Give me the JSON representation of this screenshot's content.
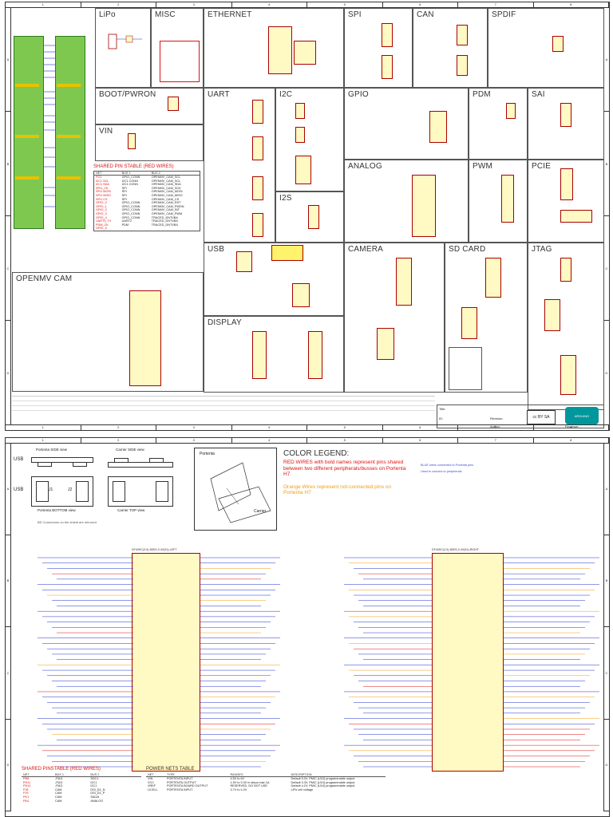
{
  "sheet1": {
    "panels": {
      "lipo": "LiPo",
      "misc": "MISC",
      "ethernet": "ETHERNET",
      "spi": "SPI",
      "can": "CAN",
      "spdif": "SPDIF",
      "boot": "BOOT/PWRON",
      "uart": "UART",
      "i2c": "I2C",
      "gpio": "GPIO",
      "pdm": "PDM",
      "sai": "SAI",
      "vin": "VIN",
      "analog": "ANALOG",
      "pwm": "PWM",
      "pcie": "PCIE",
      "i2s": "I2S",
      "usb": "USB",
      "camera": "CAMERA",
      "sdcard": "SD CARD",
      "jtag": "JTAG",
      "openmv": "OPENMV CAM",
      "display": "DISPLAY"
    },
    "shared_table": {
      "title": "SHARED PIN STABLE (RED WIRES)",
      "headers": [
        "NET",
        "BUS 1",
        "BUS 2"
      ],
      "rows": [
        [
          "PC0",
          "GPIO_CONN",
          "OPENMV_CAM_SCL"
        ],
        [
          "I2C1 SCL",
          "I2C1 CONN",
          "OPENMV_CAM_SCL"
        ],
        [
          "I2C1 SDA",
          "I2C1 CONN",
          "OPENMV_CAM_SDA"
        ],
        [
          "SPI1_CK",
          "SPI",
          "OPENMV_CAM_SCK"
        ],
        [
          "SPI1 MOSI",
          "SPI",
          "OPENMV_CAM_MOSI"
        ],
        [
          "SPI1 MISO",
          "SPI",
          "OPENMV_CAM_MISO"
        ],
        [
          "SPI1 CS",
          "SPI",
          "OPENMV_CAM_CS"
        ],
        [
          "GPIO_0",
          "GPIO_CONN",
          "OPENMV_CAM_RST"
        ],
        [
          "GPIO_1",
          "GPIO_CONN",
          "OPENMV_CAM_PWDN"
        ],
        [
          "GPIO_2",
          "GPIO_CONN",
          "OPENMV_CAM_INT"
        ],
        [
          "GPIO_3",
          "GPIO_CONN",
          "OPENMV_CAM_PWM"
        ],
        [
          "GPIO_4",
          "GPIO_CONN",
          "TRACED_DNTVBA"
        ],
        [
          "UART3_TX",
          "UART2",
          "TRACED_DNTVBA"
        ],
        [
          "PDM_CK",
          "PDM",
          "TRACED_DNTVBA"
        ],
        [
          "GPIO_5",
          "",
          ""
        ]
      ]
    },
    "title_block": {
      "title_label": "Title:",
      "id_label": "ID:",
      "revision_label": "Revision:",
      "author_label": "Author:",
      "reviewer_label": "Reviewer:",
      "logo": "ARDUINO",
      "cc": "cc BY SA"
    }
  },
  "sheet2": {
    "views": {
      "side": "Portenta SIDE view",
      "bottom": "Portenta BOTTOM view",
      "carrier_side": "Carrier SIDE view",
      "carrier_top": "Carrier TOP view",
      "portenta": "Portenta",
      "carrier": "Carrier",
      "usb": "USB",
      "j1": "J1",
      "j2": "J2",
      "bd_note": "BD Connectors on the shield are mirrored"
    },
    "legend": {
      "title": "COLOR LEGEND:",
      "red_text": "RED WIRES with bold names represent pins shared between two different peripherals/busses on Portenta H7",
      "orange_text": "Orange Wires represent not-connected pins on Portenta H7",
      "blue_note_1": "BLUE wires connected to Portenta pins",
      "blue_note_2": "Used to connect to peripherals"
    },
    "connectors": {
      "left": "DF40HC(3.0)-80DS-0.4V(51)-LEFT",
      "right": "DF40HC(3.0)-80DS-0.4V(51)-RIGHT"
    },
    "shared_table": {
      "title": "SHARED PINSTABLE (RED WIRES)",
      "headers": [
        "NET",
        "BUS 1",
        "BUS 2"
      ],
      "rows": [
        [
          "PB8",
          "JTAG",
          "SDC1"
        ],
        [
          "PH11",
          "JTAG",
          "I2C1"
        ],
        [
          "PH12",
          "JTAG",
          "I2C1"
        ],
        [
          "PJ8",
          "CAM",
          "DSI_D1_N"
        ],
        [
          "PJ9",
          "CAM",
          "DSI_D1_P"
        ],
        [
          "PK1",
          "CAM",
          "SAI2A"
        ],
        [
          "PA4",
          "CAM",
          "ANALOG"
        ]
      ]
    },
    "power_table": {
      "title": "POWER NETS TABLE",
      "headers": [
        "NET",
        "TYPE",
        "RANGES",
        "DESCRIPTION"
      ],
      "rows": [
        [
          "VIN",
          "PORTENTA INPUT",
          "4.5V to 6V",
          "Default 5.0V, PMIC (U10) programmable output"
        ],
        [
          "VCC",
          "PORTENTA OUTPUT",
          "1.5V to 3.3V in steps max 1A",
          "Default 3.3V, PMIC (U10) programmable output"
        ],
        [
          "VREF",
          "PORTENTA BOARD OUTPUT",
          "RESERVED, DO NOT USE",
          "Default 4.2V, PMIC (U10) programmable output"
        ],
        [
          "LICELL",
          "PORTENTA INPUT",
          "3.7V to 4.2V",
          "LiPo cell voltage"
        ]
      ]
    }
  }
}
